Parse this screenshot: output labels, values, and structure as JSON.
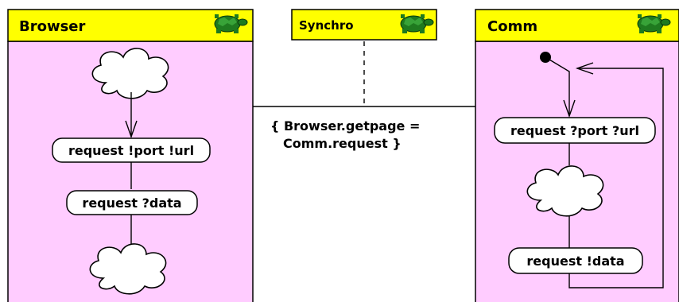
{
  "browser": {
    "title": "Browser",
    "states": [
      "request !port !url",
      "request ?data"
    ],
    "icon": "turtle-icon"
  },
  "synchro": {
    "title": "Synchro",
    "icon": "turtle-icon",
    "constraint_line1": "{ Browser.getpage =",
    "constraint_line2": "Comm.request }"
  },
  "comm": {
    "title": "Comm",
    "states": [
      "request ?port ?url",
      "request !data"
    ],
    "icon": "turtle-icon"
  },
  "colors": {
    "header_fill": "#ffff00",
    "panel_fill": "#ffccff",
    "turtle": "#1f7a1f"
  }
}
